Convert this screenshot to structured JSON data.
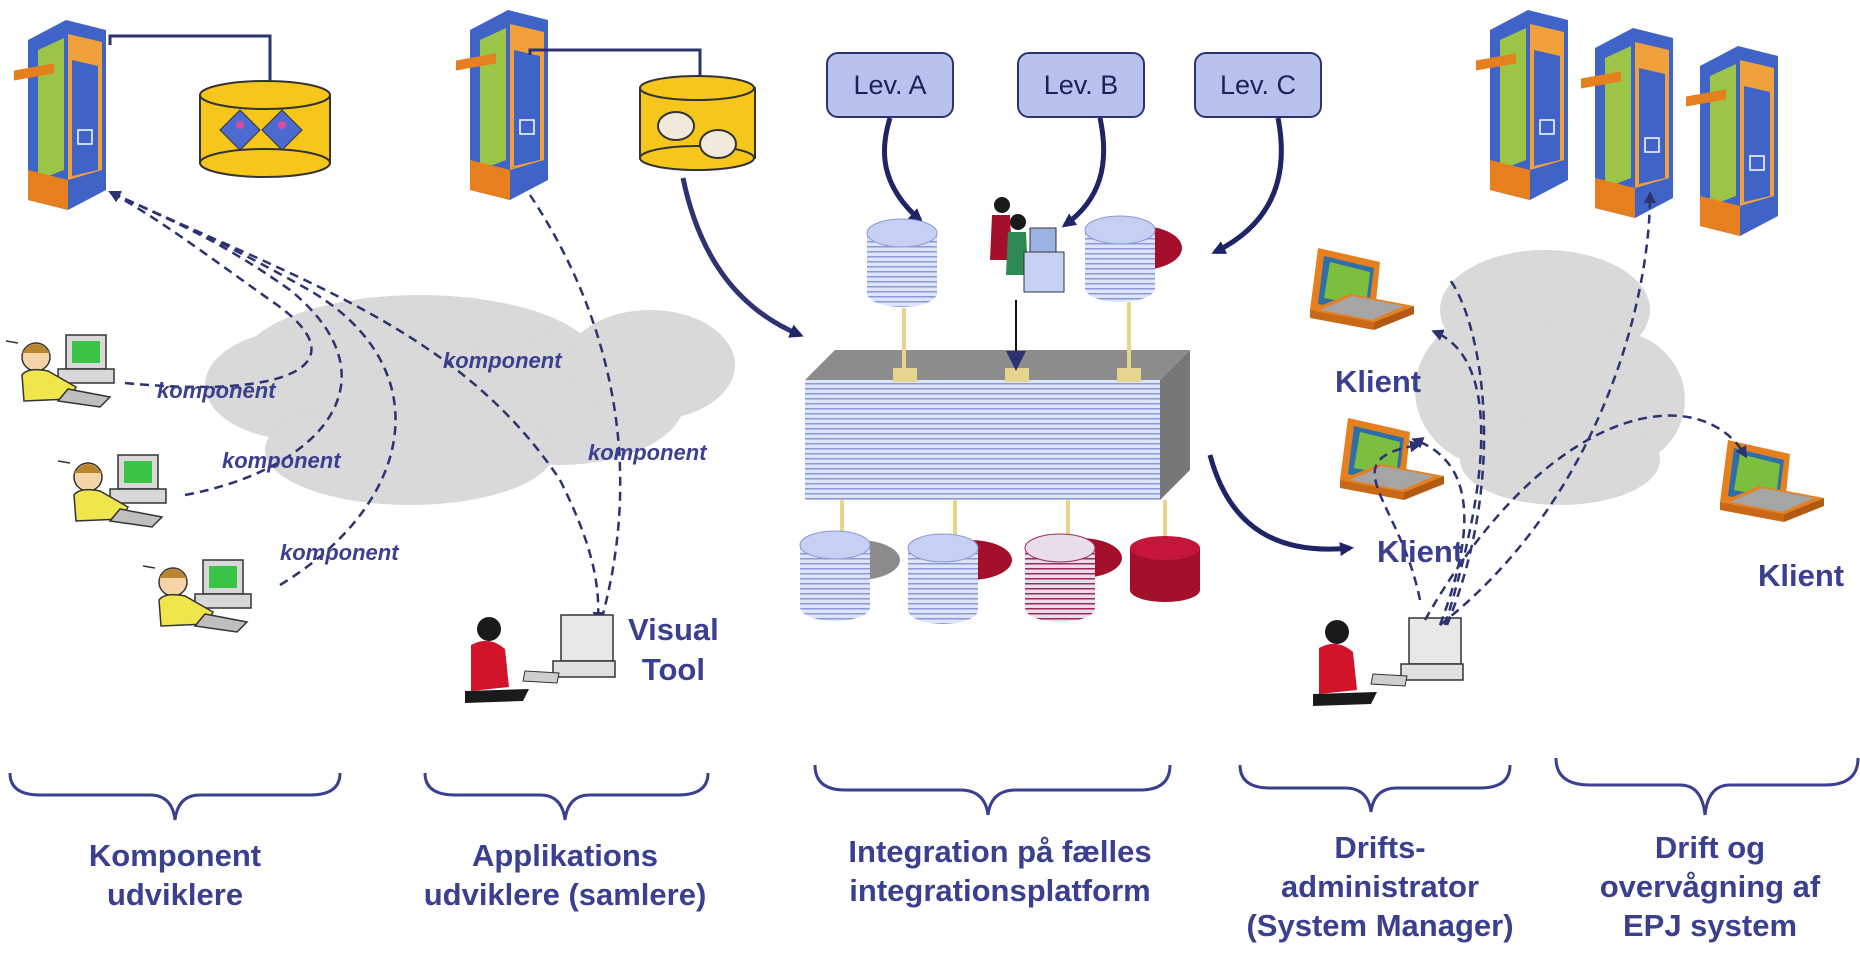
{
  "suppliers": [
    {
      "label": "Lev. A"
    },
    {
      "label": "Lev. B"
    },
    {
      "label": "Lev. C"
    }
  ],
  "component_labels": [
    "komponent",
    "komponent",
    "komponent",
    "komponent",
    "komponent"
  ],
  "visual_tool": {
    "line1": "Visual",
    "line2": "Tool"
  },
  "client_label": "Klient",
  "clients": [
    "Klient",
    "Klient",
    "Klient"
  ],
  "captions": [
    {
      "line1": "Komponent",
      "line2": "udviklere",
      "line3": ""
    },
    {
      "line1": "Applikations",
      "line2": "udviklere (samlere)",
      "line3": ""
    },
    {
      "line1": "Integration på fælles",
      "line2": "integrationsplatform",
      "line3": ""
    },
    {
      "line1": "Drifts-",
      "line2": "administrator",
      "line3": "(System Manager)"
    },
    {
      "line1": "Drift og",
      "line2": "overvågning af",
      "line3": "EPJ system"
    }
  ],
  "colors": {
    "text": "#3b3f8f",
    "arrow": "#2d3270",
    "cloud": "#d9d9d9",
    "lev_fill": "#b7c3ee",
    "server_blue": "#3f63c6",
    "server_green": "#9cc447",
    "server_orange": "#e6801e",
    "db_yellow": "#f6c71a",
    "db_red": "#a4102b",
    "bus_blue": "#c5d0f2"
  }
}
